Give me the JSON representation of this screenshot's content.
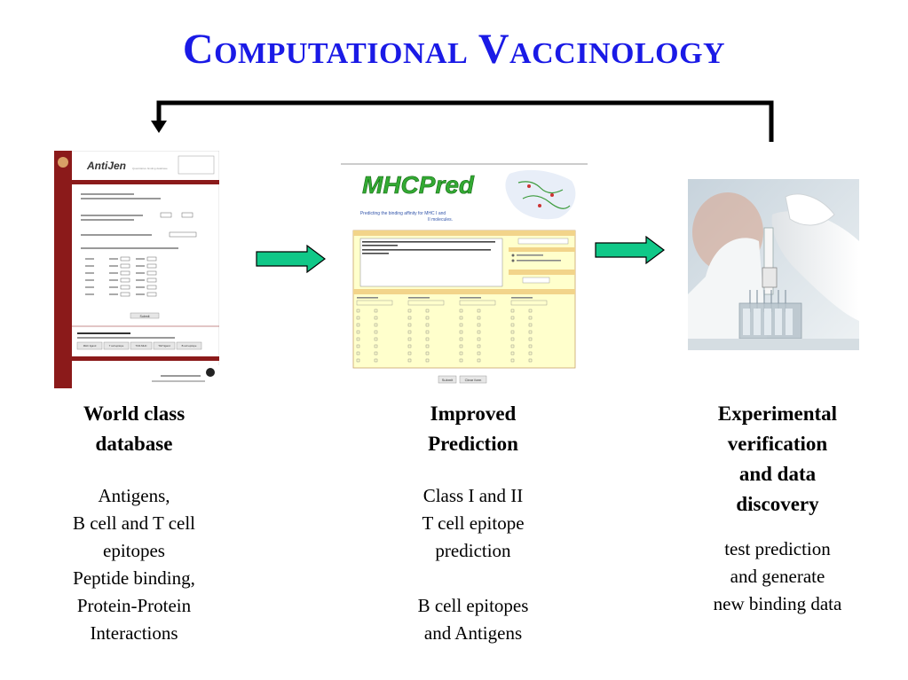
{
  "title": "Computational Vaccinology",
  "columns": [
    {
      "heading": [
        "World class",
        "database"
      ],
      "lines": [
        "Antigens,",
        "B cell and T cell",
        "epitopes",
        "Peptide binding,",
        "Protein-Protein",
        "Interactions"
      ]
    },
    {
      "heading": [
        "Improved",
        "Prediction"
      ],
      "lines": [
        "Class I and II",
        "T cell epitope",
        "prediction",
        "",
        "B cell epitopes",
        "and Antigens"
      ]
    },
    {
      "heading": [
        "Experimental",
        "verification",
        "and data",
        "discovery"
      ],
      "lines": [
        "test prediction",
        "and generate",
        "new binding data"
      ]
    }
  ],
  "screenshots": {
    "antijen": {
      "logo": "AntiJen",
      "buttons": [
        "Submit"
      ],
      "footer_tabs": [
        "MHC ligand",
        "T cell epitope",
        "TCR-MHC",
        "TAP ligand",
        "B cell epitope"
      ]
    },
    "mhcpred": {
      "logo": "MHCPred",
      "tagline": [
        "Predicting the binding affinity for MHC I and",
        "II molecules."
      ],
      "buttons": [
        "Submit",
        "Clear form"
      ]
    }
  },
  "colors": {
    "title": "#1a1ae6",
    "arrow_fill": "#10c888",
    "antijen_sidebar": "#8b1a1a",
    "mhcpred_form": "#ffffcc"
  },
  "icons": {
    "feedback_loop": "bracket-arrow-icon",
    "flow_arrow": "right-arrow-icon"
  }
}
